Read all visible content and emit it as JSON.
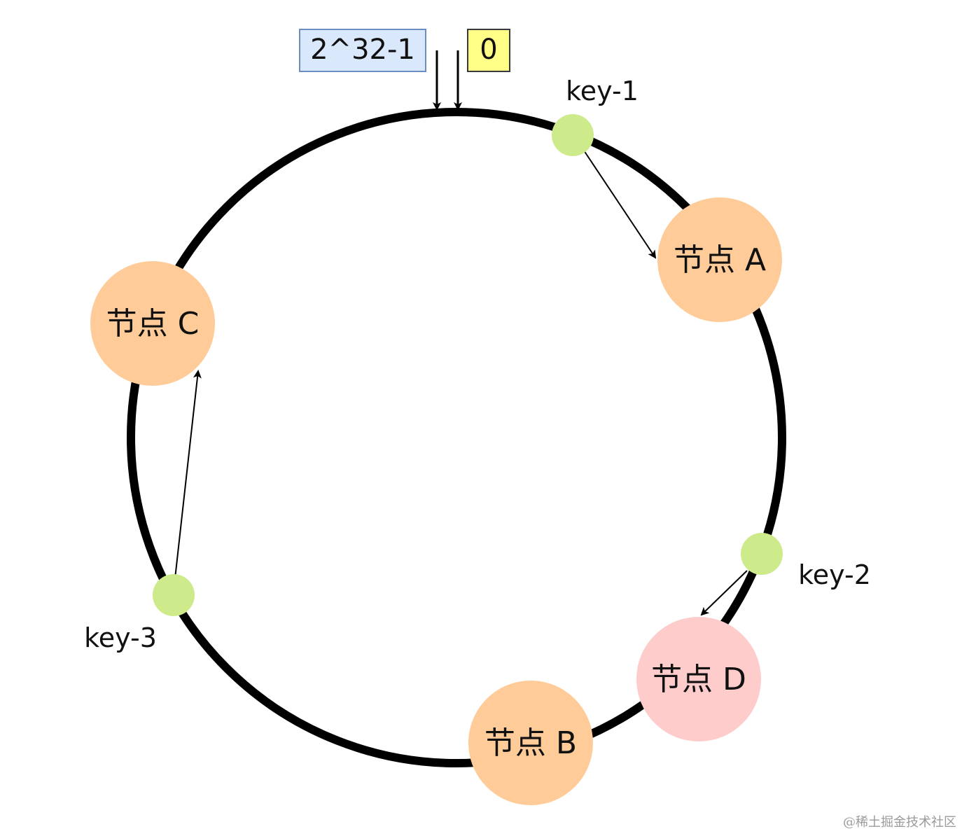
{
  "ring": {
    "stroke_color": "#000000"
  },
  "markers": {
    "max_label": "2^32-1",
    "max_fill": "#dae8fc",
    "max_stroke": "#6c8ebf",
    "zero_label": "0",
    "zero_fill": "#ffff88",
    "zero_stroke": "#36393d"
  },
  "nodes": [
    {
      "id": "A",
      "label": "节点 A",
      "fill": "#ffcc99"
    },
    {
      "id": "B",
      "label": "节点 B",
      "fill": "#ffcc99"
    },
    {
      "id": "C",
      "label": "节点 C",
      "fill": "#ffcc99"
    },
    {
      "id": "D",
      "label": "节点 D",
      "fill": "#ffcccc"
    }
  ],
  "keys": [
    {
      "id": "key-1",
      "label": "key-1",
      "fill": "#cdeb8b",
      "maps_to": "A"
    },
    {
      "id": "key-2",
      "label": "key-2",
      "fill": "#cdeb8b",
      "maps_to": "D"
    },
    {
      "id": "key-3",
      "label": "key-3",
      "fill": "#cdeb8b",
      "maps_to": "C"
    }
  ],
  "watermark": "@稀土掘金技术社区"
}
